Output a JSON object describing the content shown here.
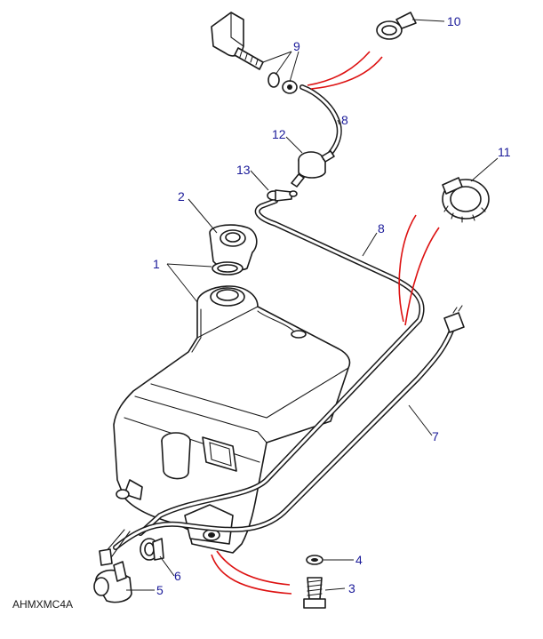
{
  "diagram": {
    "reference_code": "AHMXMC4A",
    "callouts": [
      {
        "id": "1",
        "label": "1"
      },
      {
        "id": "2",
        "label": "2"
      },
      {
        "id": "3",
        "label": "3"
      },
      {
        "id": "4",
        "label": "4"
      },
      {
        "id": "5",
        "label": "5"
      },
      {
        "id": "6",
        "label": "6"
      },
      {
        "id": "7",
        "label": "7"
      },
      {
        "id": "8a",
        "label": "8"
      },
      {
        "id": "8b",
        "label": "8"
      },
      {
        "id": "9",
        "label": "9"
      },
      {
        "id": "10",
        "label": "10"
      },
      {
        "id": "11",
        "label": "11"
      },
      {
        "id": "12",
        "label": "12"
      },
      {
        "id": "13",
        "label": "13"
      }
    ]
  }
}
